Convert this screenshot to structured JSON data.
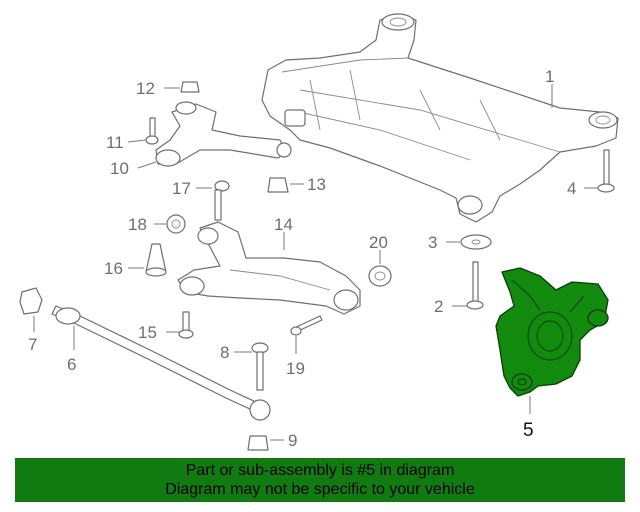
{
  "callouts": {
    "c1": "1",
    "c2": "2",
    "c3": "3",
    "c4": "4",
    "c5": "5",
    "c6": "6",
    "c7": "7",
    "c8": "8",
    "c9": "9",
    "c10": "10",
    "c11": "11",
    "c12": "12",
    "c13": "13",
    "c14": "14",
    "c15": "15",
    "c16": "16",
    "c17": "17",
    "c18": "18",
    "c19": "19",
    "c20": "20"
  },
  "highlighted_part": "5",
  "colors": {
    "highlight": "#118a0e",
    "banner": "#117a10"
  },
  "banner": {
    "line1": "Part or sub-assembly is #5 in diagram",
    "line2": "Diagram may not be specific to your vehicle"
  }
}
